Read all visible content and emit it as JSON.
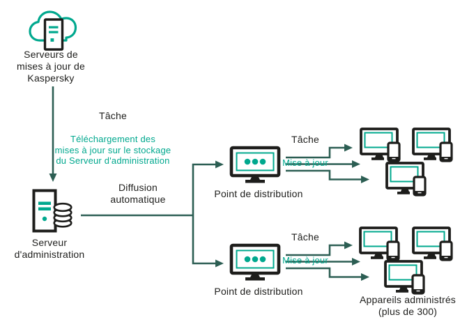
{
  "colors": {
    "teal": "#00A88E",
    "arrow_dark_teal": "#2C5E53",
    "ink": "#1D1D1B",
    "background": "#FFFFFF"
  },
  "nodes": {
    "update_servers": {
      "label": "Serveurs de\nmises à jour de\nKaspersky",
      "icon": "cloud-server-icon"
    },
    "admin_server": {
      "label": "Serveur\nd'administration",
      "icon": "server-database-icon"
    },
    "distribution_point_1": {
      "label": "Point de distribution",
      "icon": "monitor-dots-icon"
    },
    "distribution_point_2": {
      "label": "Point de distribution",
      "icon": "monitor-dots-icon"
    },
    "managed_devices": {
      "label": "Appareils administrés\n(plus de 300)",
      "icon": "desktop-with-phone-icon",
      "device_count_note": "plus de 300"
    }
  },
  "annotations": {
    "download_task": {
      "title": "Tâche",
      "body": "Téléchargement des\nmises à jour sur le stockage\ndu Serveur d'administration"
    },
    "diffusion": {
      "label": "Diffusion\nautomatique"
    },
    "dp1_task": {
      "title": "Tâche",
      "body": "Mise à jour"
    },
    "dp2_task": {
      "title": "Tâche",
      "body": "Mise à jour"
    }
  }
}
